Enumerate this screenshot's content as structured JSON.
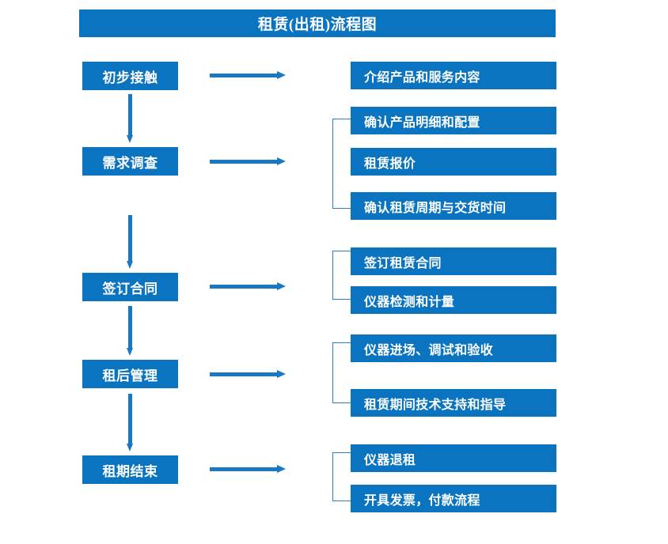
{
  "chart_data": {
    "type": "diagram",
    "title": "租赁(出租)流程图",
    "orientation": "vertical-flow-with-branches"
  },
  "diagram": {
    "title": "租赁(出租)流程图",
    "accent_color": "#0a74c0",
    "arrow_color": "#1a77c2",
    "bracket_color": "#2f7fc4",
    "stages": [
      {
        "label": "初步接触"
      },
      {
        "label": "需求调查"
      },
      {
        "label": "签订合同"
      },
      {
        "label": "租后管理"
      },
      {
        "label": "租期结束"
      }
    ],
    "tasks": [
      {
        "label": "介绍产品和服务内容"
      },
      {
        "label": "确认产品明细和配置"
      },
      {
        "label": "租赁报价"
      },
      {
        "label": "确认租赁周期与交货时间"
      },
      {
        "label": "签订租赁合同"
      },
      {
        "label": "仪器检测和计量"
      },
      {
        "label": "仪器进场、调试和验收"
      },
      {
        "label": "租赁期间技术支持和指导"
      },
      {
        "label": "仪器退租"
      },
      {
        "label": "开具发票，付款流程"
      }
    ]
  }
}
